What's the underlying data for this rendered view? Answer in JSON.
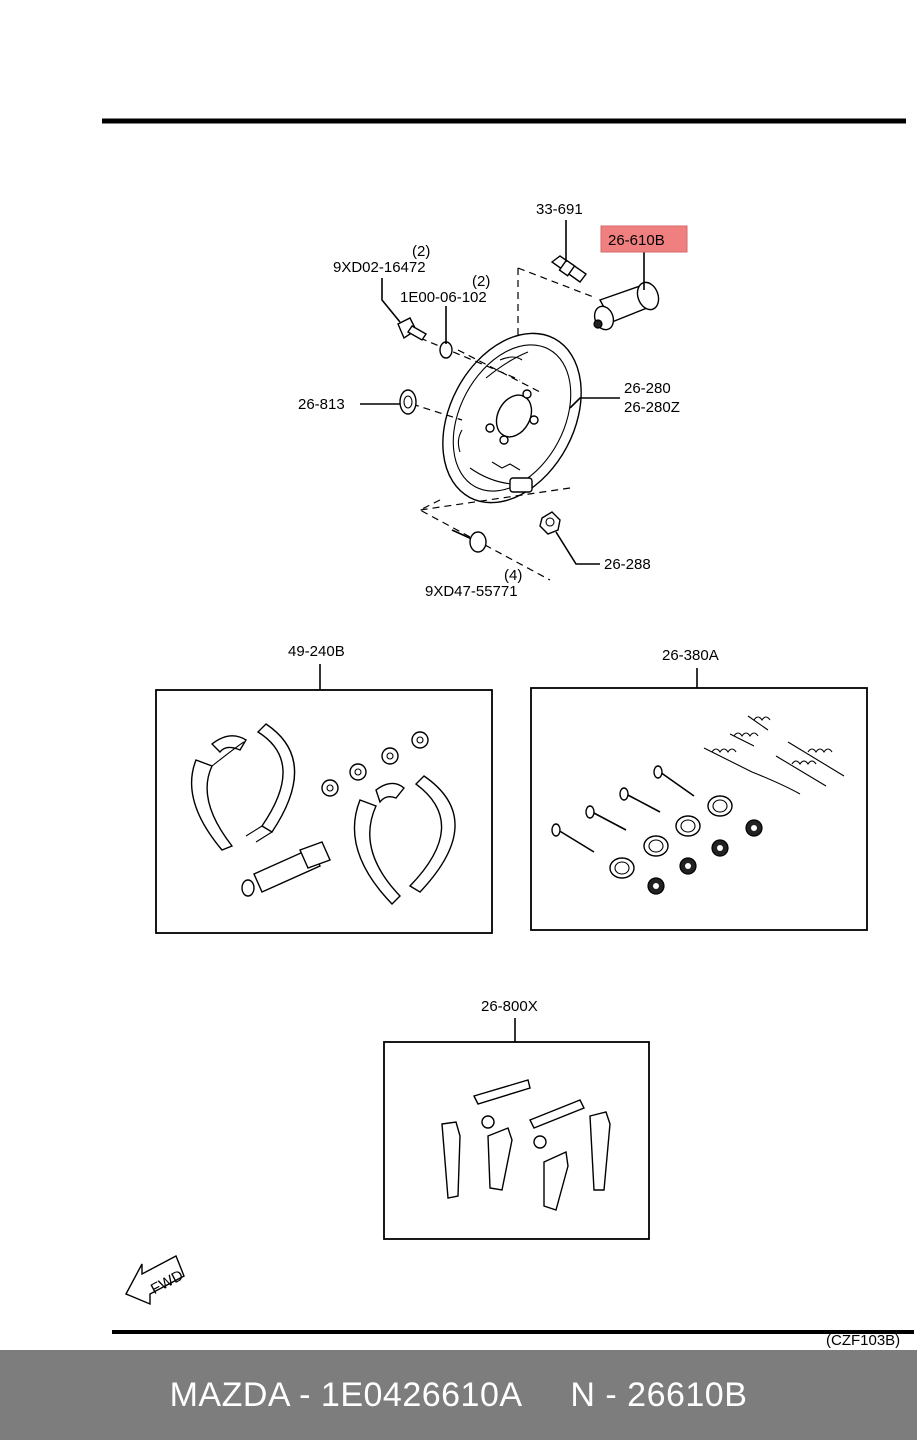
{
  "diagram": {
    "labels": {
      "bleeder_screw": "33-691",
      "wheel_cylinder": "26-610B",
      "bolt_qty": "(2)",
      "bolt_part": "9XD02-16472",
      "washer_qty": "(2)",
      "washer_part": "1E00-06-102",
      "grommet": "26-813",
      "backing_plate_a": "26-280",
      "backing_plate_b": "26-280Z",
      "nut": "26-288",
      "pin_qty": "(4)",
      "pin_part": "9XD47-55771",
      "shoe_set": "49-240B",
      "spring_kit": "26-380A",
      "adjuster_kit": "26-800X",
      "fwd": "FWD",
      "figure_code": "(CZF103B)"
    },
    "highlight_color": "#f08080"
  },
  "footer": {
    "text": "MAZDA - 1E0426610A     N - 26610B"
  }
}
